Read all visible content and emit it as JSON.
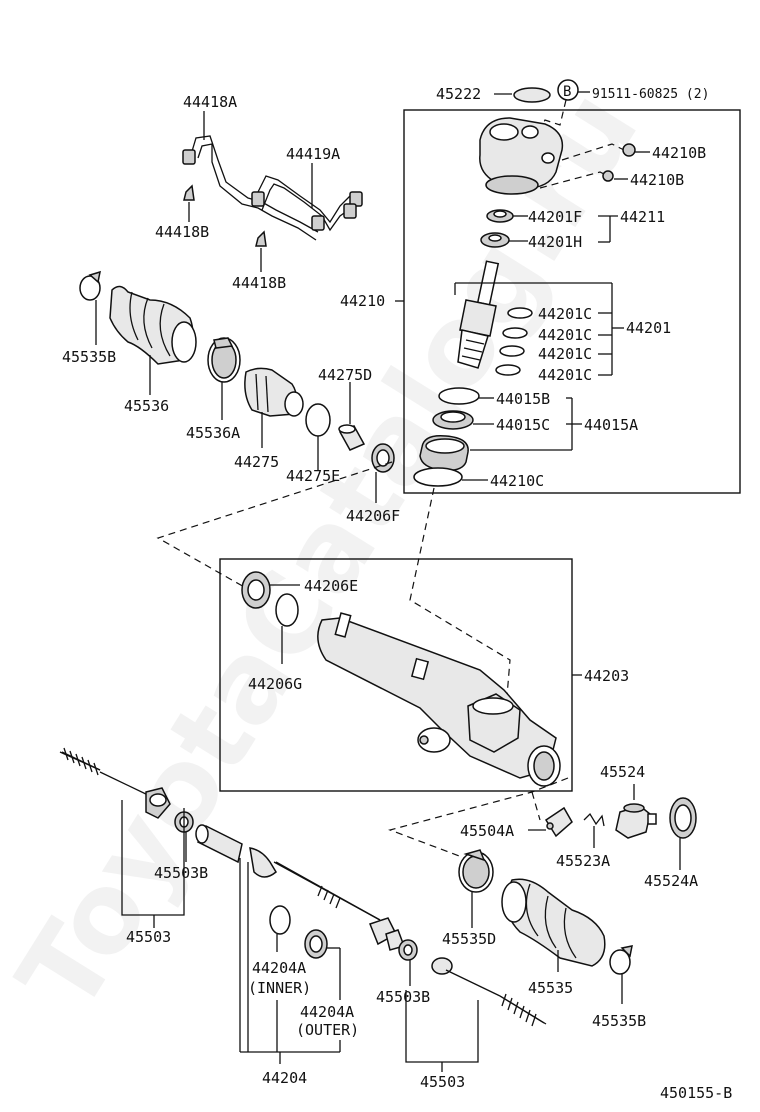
{
  "figure_code": "450155-B",
  "watermark": "ToyotaCatalog.ru",
  "callouts": {
    "p45222": "45222",
    "circleB": "B",
    "p91511": "91511-60825 (2)",
    "p44418A": "44418A",
    "p44419A": "44419A",
    "p44418B_1": "44418B",
    "p44418B_2": "44418B",
    "p44210B_1": "44210B",
    "p44210B_2": "44210B",
    "p44201F": "44201F",
    "p44211": "44211",
    "p44201H": "44201H",
    "p44210": "44210",
    "p44201C_1": "44201C",
    "p44201C_2": "44201C",
    "p44201C_3": "44201C",
    "p44201C_4": "44201C",
    "p44201": "44201",
    "p44015B": "44015B",
    "p44015C": "44015C",
    "p44015A": "44015A",
    "p44210C": "44210C",
    "p45535B_1": "45535B",
    "p45536": "45536",
    "p45536A": "45536A",
    "p44275": "44275",
    "p44275D": "44275D",
    "p44275E": "44275E",
    "p44206F": "44206F",
    "p44206E": "44206E",
    "p44206G": "44206G",
    "p44203": "44203",
    "p45524": "45524",
    "p45504A": "45504A",
    "p45523A": "45523A",
    "p45524A": "45524A",
    "p45503B_1": "45503B",
    "p45503_1": "45503",
    "p44204A_inner": "44204A",
    "p44204A_inner_note": "(INNER)",
    "p44204A_outer": "44204A",
    "p44204A_outer_note": "(OUTER)",
    "p44204": "44204",
    "p45535D": "45535D",
    "p45503B_2": "45503B",
    "p45535": "45535",
    "p45535B_2": "45535B",
    "p45503_2": "45503"
  }
}
